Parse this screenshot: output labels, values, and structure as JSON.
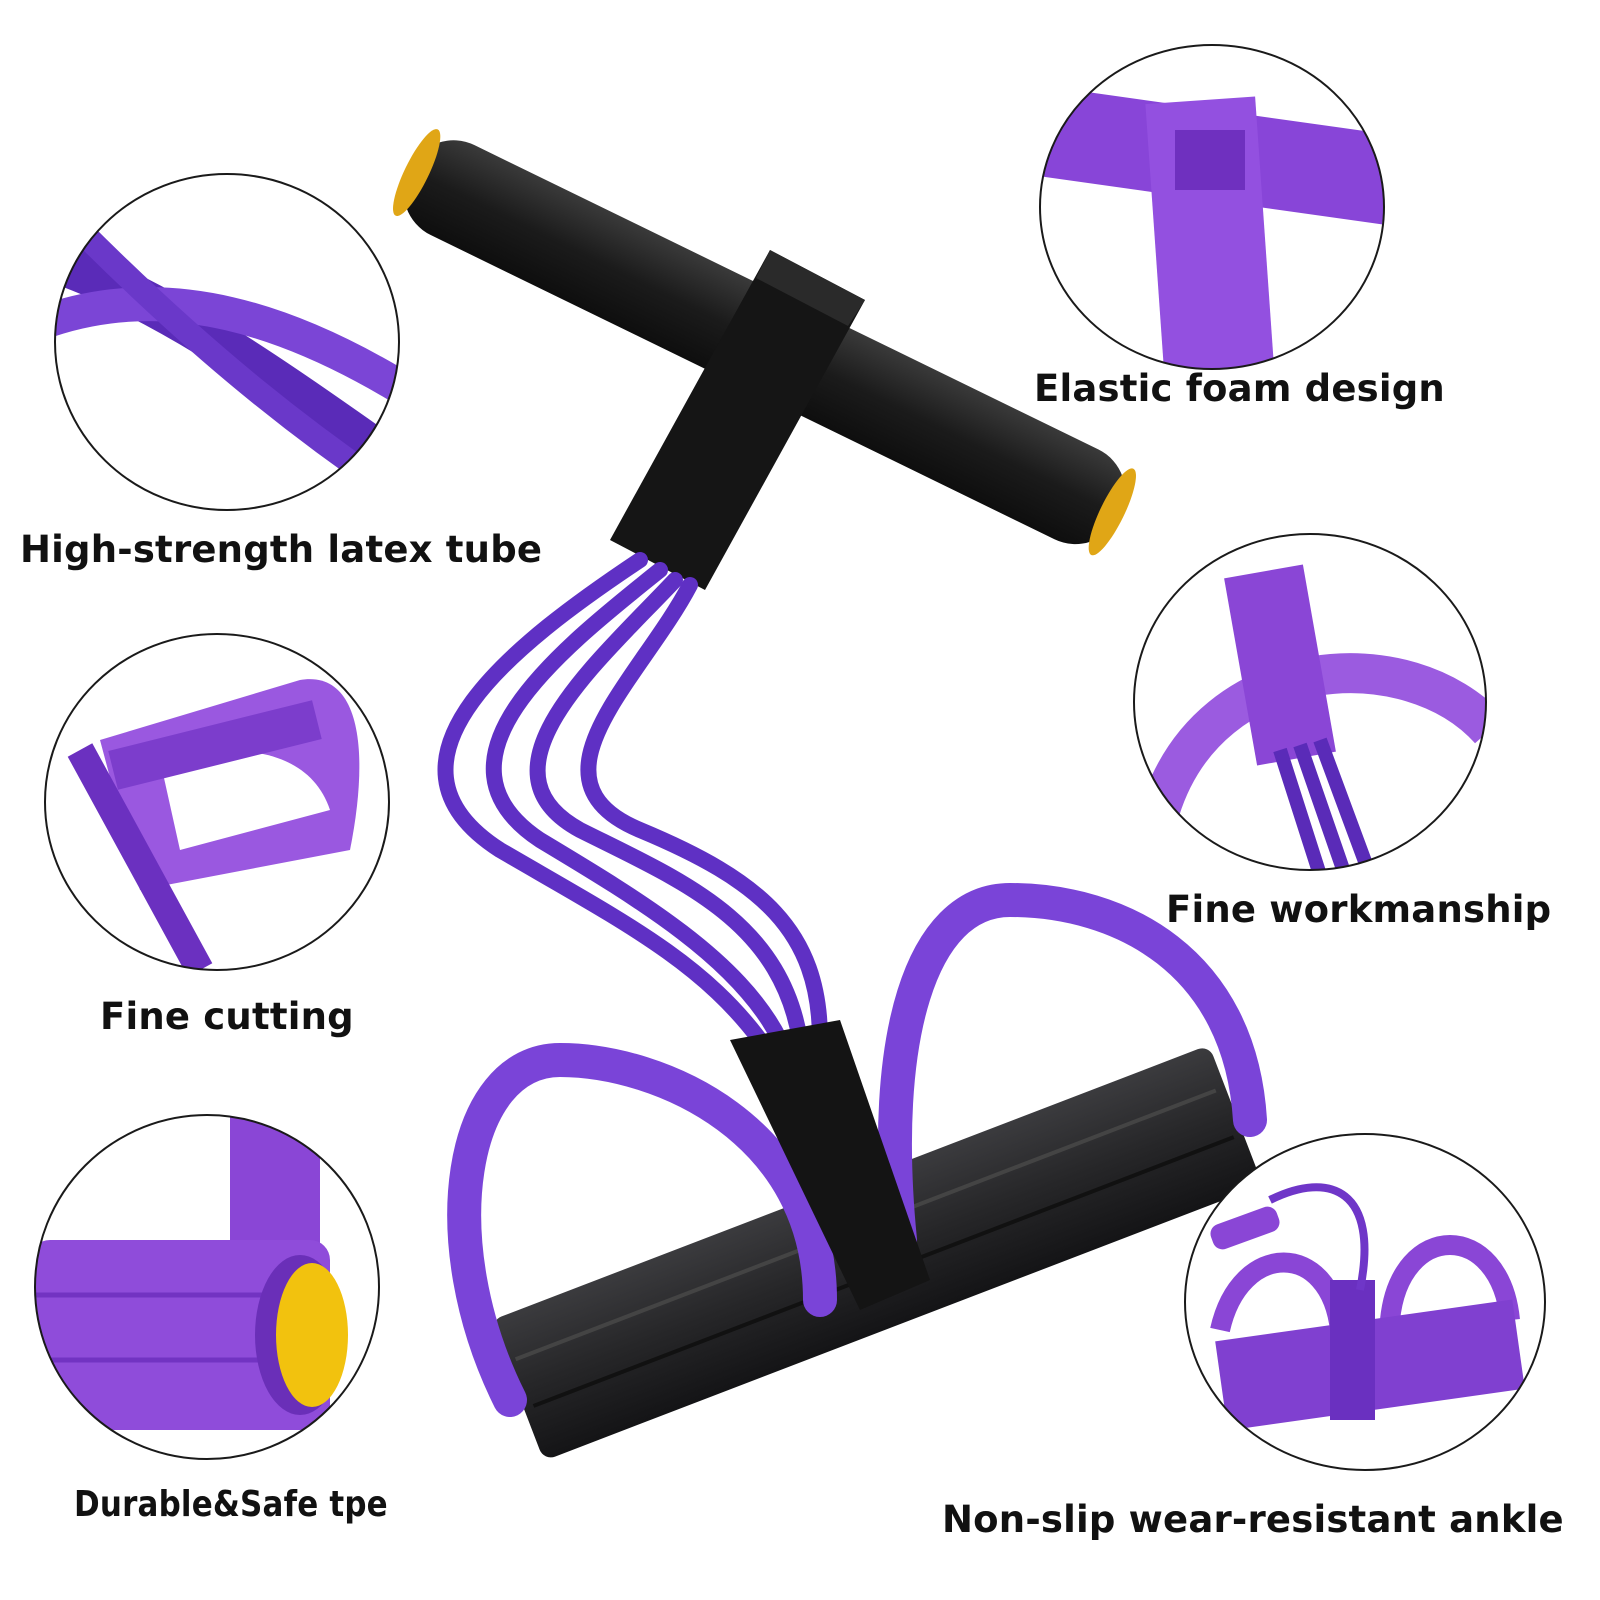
{
  "captions": {
    "latex_tube": "High-strength latex tube",
    "foam_design": "Elastic foam design",
    "fine_cutting": "Fine cutting",
    "workmanship": "Fine workmanship",
    "tpe": "Durable&Safe tpe",
    "ankle": "Non-slip wear-resistant ankle"
  },
  "colors": {
    "background": "#ffffff",
    "latex_purple": "#6a35cf",
    "tpe_purple": "#8a46d6",
    "foam_black": "#1b1b1b",
    "pedal_black": "#262628",
    "end_cap_yellow": "#f2c20e",
    "circle_outline": "#1a1a1a"
  }
}
